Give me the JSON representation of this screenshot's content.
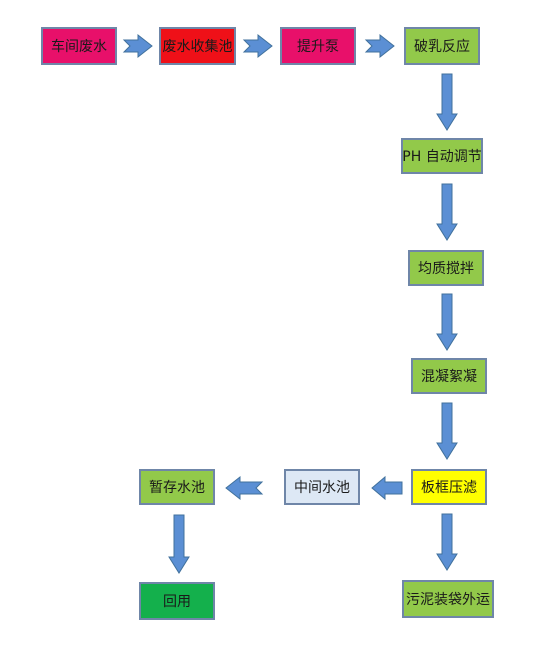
{
  "colors": {
    "pink": "#e8106a",
    "red": "#ef1018",
    "green": "#92c94a",
    "yellow": "#ffff00",
    "light_blue": "#dde8f5",
    "dark_green": "#14b04c",
    "arrow_fill": "#5b8fd4",
    "arrow_stroke": "#41719c",
    "border": "#6f86a8"
  },
  "nodes": {
    "workshop_wastewater": {
      "label": "车间废水",
      "fill": "pink"
    },
    "wastewater_tank": {
      "label": "废水收集池",
      "fill": "red"
    },
    "lift_pump": {
      "label": "提升泵",
      "fill": "pink"
    },
    "demulsification": {
      "label": "破乳反应",
      "fill": "green"
    },
    "ph_adjust": {
      "label": "PH 自动调节",
      "fill": "green"
    },
    "equalization_stirring": {
      "label": "均质搅拌",
      "fill": "green"
    },
    "coagulation_flocculation": {
      "label": "混凝絮凝",
      "fill": "green"
    },
    "filter_press": {
      "label": "板框压滤",
      "fill": "yellow"
    },
    "intermediate_pool": {
      "label": "中间水池",
      "fill": "light_blue"
    },
    "temporary_storage_pool": {
      "label": "暂存水池",
      "fill": "green"
    },
    "reuse": {
      "label": "回用",
      "fill": "dark_green"
    },
    "sludge_bagging": {
      "label": "污泥装袋外运",
      "fill": "green"
    }
  },
  "edges": [
    {
      "from": "workshop_wastewater",
      "to": "wastewater_tank",
      "style": "chevron"
    },
    {
      "from": "wastewater_tank",
      "to": "lift_pump",
      "style": "chevron"
    },
    {
      "from": "lift_pump",
      "to": "demulsification",
      "style": "chevron"
    },
    {
      "from": "demulsification",
      "to": "ph_adjust",
      "style": "arrow"
    },
    {
      "from": "ph_adjust",
      "to": "equalization_stirring",
      "style": "arrow"
    },
    {
      "from": "equalization_stirring",
      "to": "coagulation_flocculation",
      "style": "arrow"
    },
    {
      "from": "coagulation_flocculation",
      "to": "filter_press",
      "style": "arrow"
    },
    {
      "from": "filter_press",
      "to": "intermediate_pool",
      "style": "arrow"
    },
    {
      "from": "intermediate_pool",
      "to": "temporary_storage_pool",
      "style": "arrow"
    },
    {
      "from": "temporary_storage_pool",
      "to": "reuse",
      "style": "arrow"
    },
    {
      "from": "filter_press",
      "to": "sludge_bagging",
      "style": "arrow"
    }
  ]
}
